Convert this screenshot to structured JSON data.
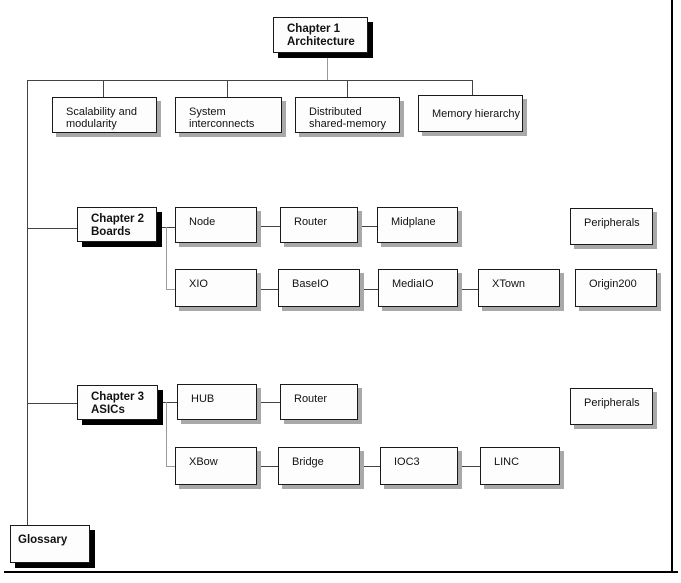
{
  "figure": {
    "kind": "book-structure-flowchart",
    "nodes": {
      "chapter1": {
        "l1": "Chapter 1",
        "l2": "Architecture"
      },
      "scalability": {
        "l1": "Scalability and",
        "l2": "modularity"
      },
      "system": {
        "l1": "System",
        "l2": "interconnects"
      },
      "distributed": {
        "l1": "Distributed",
        "l2": "shared-memory"
      },
      "memory": {
        "l1": "Memory hierarchy"
      },
      "chapter2": {
        "l1": "Chapter 2",
        "l2": "Boards"
      },
      "node": {
        "l1": "Node"
      },
      "router2": {
        "l1": "Router"
      },
      "midplane": {
        "l1": "Midplane"
      },
      "peripherals2": {
        "l1": "Peripherals"
      },
      "xio": {
        "l1": "XIO"
      },
      "baseio": {
        "l1": "BaseIO"
      },
      "mediaio": {
        "l1": "MediaIO"
      },
      "xtown": {
        "l1": "XTown"
      },
      "origin200": {
        "l1": "Origin200"
      },
      "chapter3": {
        "l1": "Chapter 3",
        "l2": "ASICs"
      },
      "hub": {
        "l1": "HUB"
      },
      "router3": {
        "l1": "Router"
      },
      "peripherals3": {
        "l1": "Peripherals"
      },
      "xbow": {
        "l1": "XBow"
      },
      "bridge": {
        "l1": "Bridge"
      },
      "ioc3": {
        "l1": "IOC3"
      },
      "linc": {
        "l1": "LINC"
      },
      "glossary": {
        "l1": "Glossary"
      }
    },
    "colors": {
      "background": "#ffffff",
      "box_fill": "#fdfdfd",
      "box_border": "#1a1a1a",
      "plain_box_shadow": "#a9a9a9",
      "chapter_box_shadow": "#000000",
      "connector_dark": "#444444",
      "connector_gray": "#9a9a9a",
      "frame": "#000000"
    }
  }
}
